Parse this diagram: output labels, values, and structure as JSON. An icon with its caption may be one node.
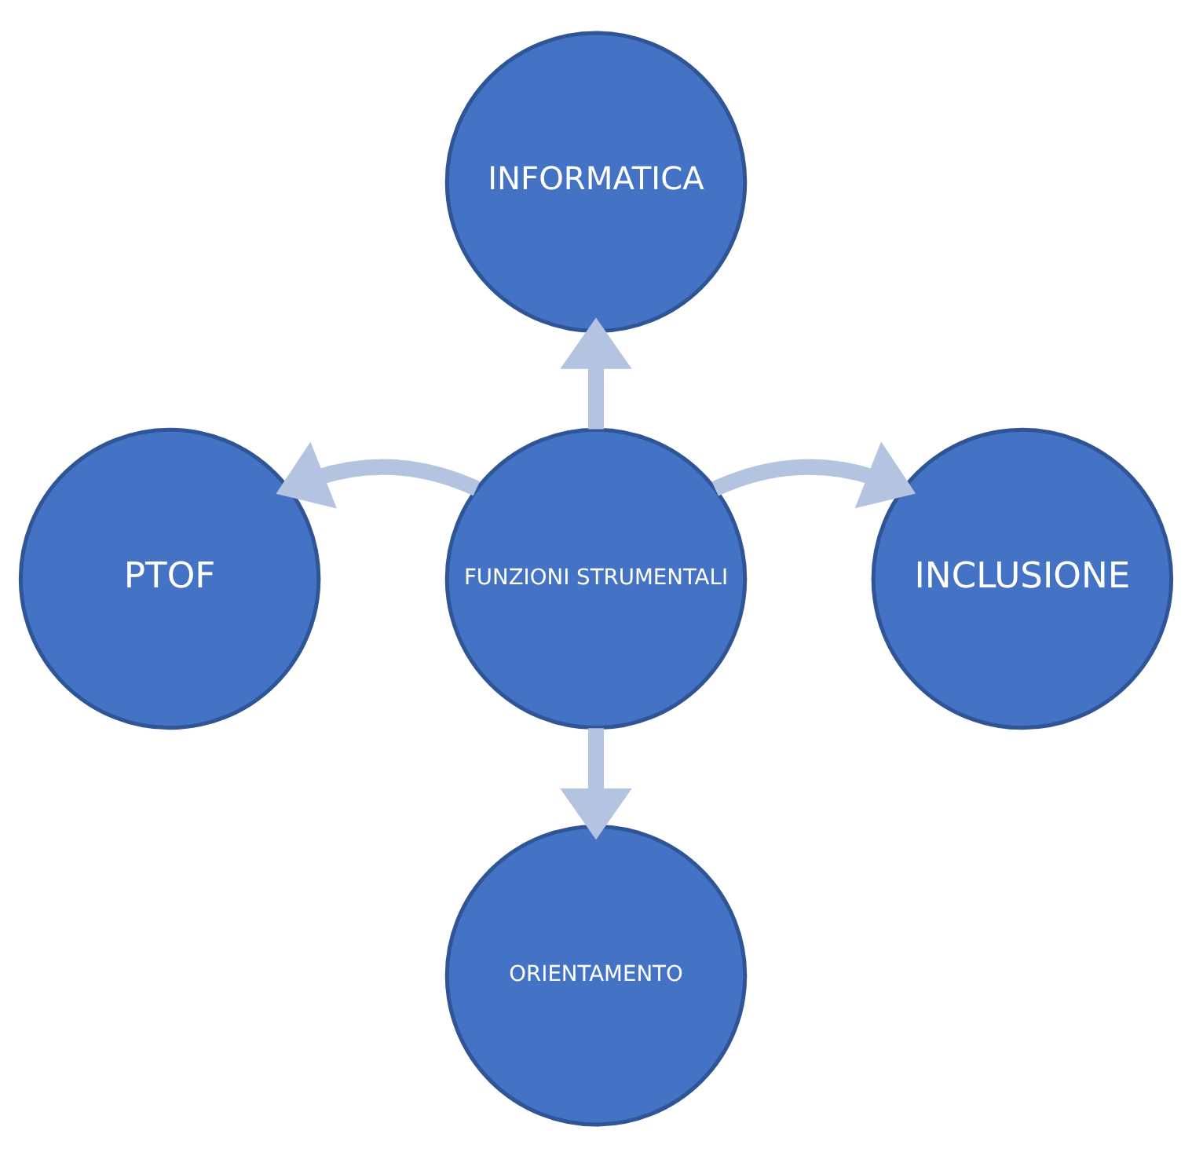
{
  "diagram": {
    "nodes": [
      {
        "text": [
          "INFORMATICA"
        ]
      },
      {
        "text": [
          "PTOF"
        ]
      },
      {
        "text": [
          "FUNZIONI STRUMENTALI"
        ]
      },
      {
        "text": [
          "INCLUSIONE"
        ]
      },
      {
        "text": [
          "ORIENTAMENTO"
        ]
      }
    ],
    "edges": [
      {
        "from": 2,
        "to": 0,
        "arrow": "to"
      },
      {
        "from": 2,
        "to": 1,
        "arrow": "to"
      },
      {
        "from": 2,
        "to": 3,
        "arrow": "to"
      },
      {
        "from": 2,
        "to": 4,
        "arrow": "to"
      }
    ]
  }
}
